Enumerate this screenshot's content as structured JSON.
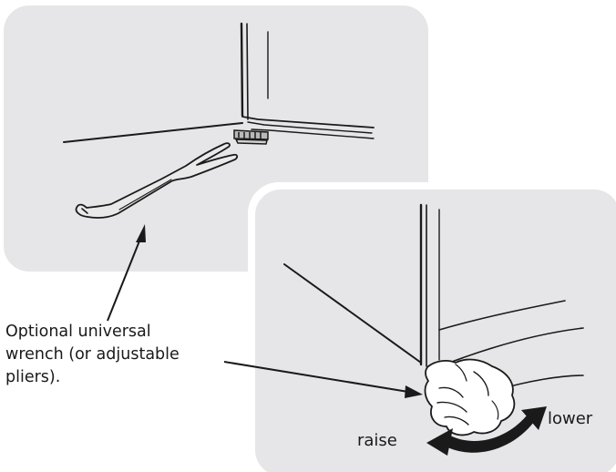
{
  "callout": {
    "lines": [
      "Optional universal",
      "wrench (or adjustable",
      "pliers)."
    ]
  },
  "direction": {
    "raise": "raise",
    "lower": "lower"
  },
  "colors": {
    "panel": "#e6e6e8",
    "stroke": "#1a1a1a",
    "text": "#1a1a1a",
    "background": "#ffffff"
  },
  "icons": {
    "tool": "wrench-icon",
    "hand": "hand-icon",
    "rotation": "curved-double-arrow-icon"
  }
}
